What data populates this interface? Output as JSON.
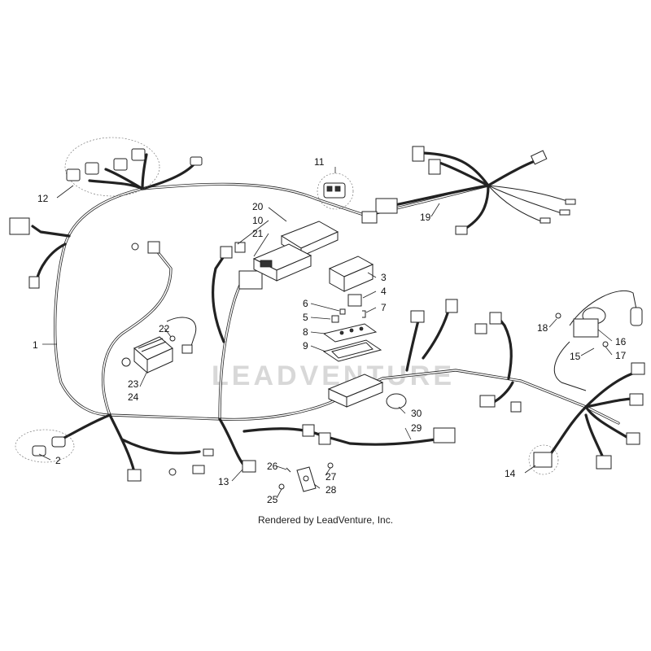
{
  "callouts": [
    "1",
    "2",
    "3",
    "4",
    "5",
    "6",
    "7",
    "8",
    "9",
    "10",
    "11",
    "12",
    "13",
    "14",
    "15",
    "16",
    "17",
    "18",
    "19",
    "20",
    "21",
    "22",
    "23",
    "24",
    "25",
    "26",
    "27",
    "28",
    "29",
    "30"
  ],
  "watermark": "LEADVENTURE",
  "footer": "Rendered by LeadVenture, Inc."
}
